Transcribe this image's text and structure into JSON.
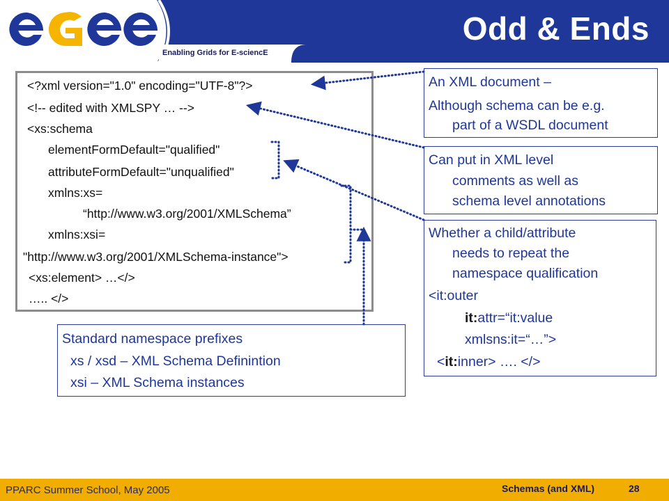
{
  "header": {
    "logo_text": "egee",
    "tagline": "Enabling Grids for E-sciencE",
    "title": "Odd & Ends",
    "colors": {
      "band": "#1e3799",
      "logo_blue": "#1e3799",
      "logo_yellow": "#f5b400"
    }
  },
  "code": {
    "lines": [
      "<?xml version=\"1.0\" encoding=\"UTF-8\"?>",
      "<!-- edited with XMLSPY  … -->",
      "<xs:schema",
      "elementFormDefault=\"qualified\"",
      "attributeFormDefault=\"unqualified\"",
      "xmlns:xs=",
      "“http://www.w3.org/2001/XMLSchema”",
      "xmlns:xsi=",
      "\"http://www.w3.org/2001/XMLSchema-instance\">",
      "<xs:element> …</>",
      "….. </>"
    ]
  },
  "callouts": {
    "xml_doc": {
      "lines": [
        "An XML document –",
        "Although schema can  be e.g.",
        "part of a WSDL document"
      ]
    },
    "comments": {
      "lines": [
        "Can put in XML level",
        "comments as well as",
        "schema level annotations"
      ]
    },
    "qualification": {
      "lines": [
        "Whether a child/attribute",
        "needs to repeat the",
        "namespace qualification",
        "<it:outer"
      ],
      "attr_bold": "it:",
      "attr_rest": "attr=“it:value",
      "xmlns_line": "xmlsns:it=“…”>",
      "inner_open": "<",
      "inner_bold": "it:",
      "inner_rest": "inner> ….  </>"
    },
    "prefixes": {
      "lines": [
        "Standard namespace prefixes",
        "xs / xsd – XML Schema Definintion",
        "xsi – XML Schema instances"
      ]
    }
  },
  "footer": {
    "left": "PPARC Summer School, May 2005",
    "center": "Schemas (and XML)",
    "page": "28",
    "colors": {
      "bar": "#f1ae00"
    }
  }
}
